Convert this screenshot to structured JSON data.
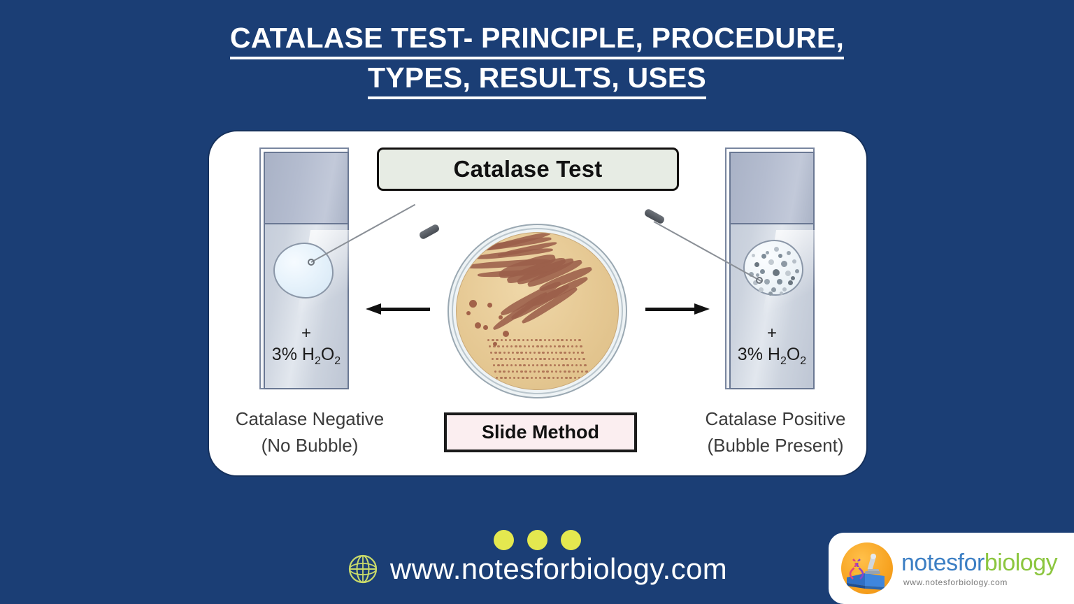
{
  "page": {
    "background_color": "#1b3e75",
    "title_line1": "CATALASE TEST- PRINCIPLE, PROCEDURE,",
    "title_line2": "TYPES, RESULTS, USES",
    "title_color": "#ffffff"
  },
  "diagram": {
    "header_box": {
      "label": "Catalase Test",
      "background_color": "#e7ece4",
      "border_color": "#12100f"
    },
    "method_box": {
      "label": "Slide Method",
      "background_color": "#fbeef0",
      "border_color": "#1b1b1b"
    },
    "negative": {
      "plus": "+",
      "reagent_prefix": "3% H",
      "reagent_sub1": "2",
      "reagent_mid": "O",
      "reagent_sub2": "2",
      "caption_line1": "Catalase Negative",
      "caption_line2": "(No Bubble)",
      "bubble_count": 0
    },
    "positive": {
      "plus": "+",
      "reagent_prefix": "3% H",
      "reagent_sub1": "2",
      "reagent_mid": "O",
      "reagent_sub2": "2",
      "caption_line1": "Catalase Positive",
      "caption_line2": "(Bubble Present)",
      "bubble_count": 26
    },
    "petri_dish": {
      "agar_color": "#e6c994",
      "streak_color": "#9b5f4a",
      "rim_color": "#eef3f5"
    },
    "arrow_left_name": "arrow-to-negative-slide",
    "arrow_right_name": "arrow-to-positive-slide"
  },
  "footer": {
    "dot_color": "#e4e84f",
    "dot_count": 3,
    "url": "www.notesforbiology.com",
    "logo": {
      "word_a": "notesfor",
      "word_b": "biology",
      "sub": "www.notesforbiology.com",
      "color_a": "#3c7fc4",
      "color_b": "#8cc63f"
    }
  }
}
